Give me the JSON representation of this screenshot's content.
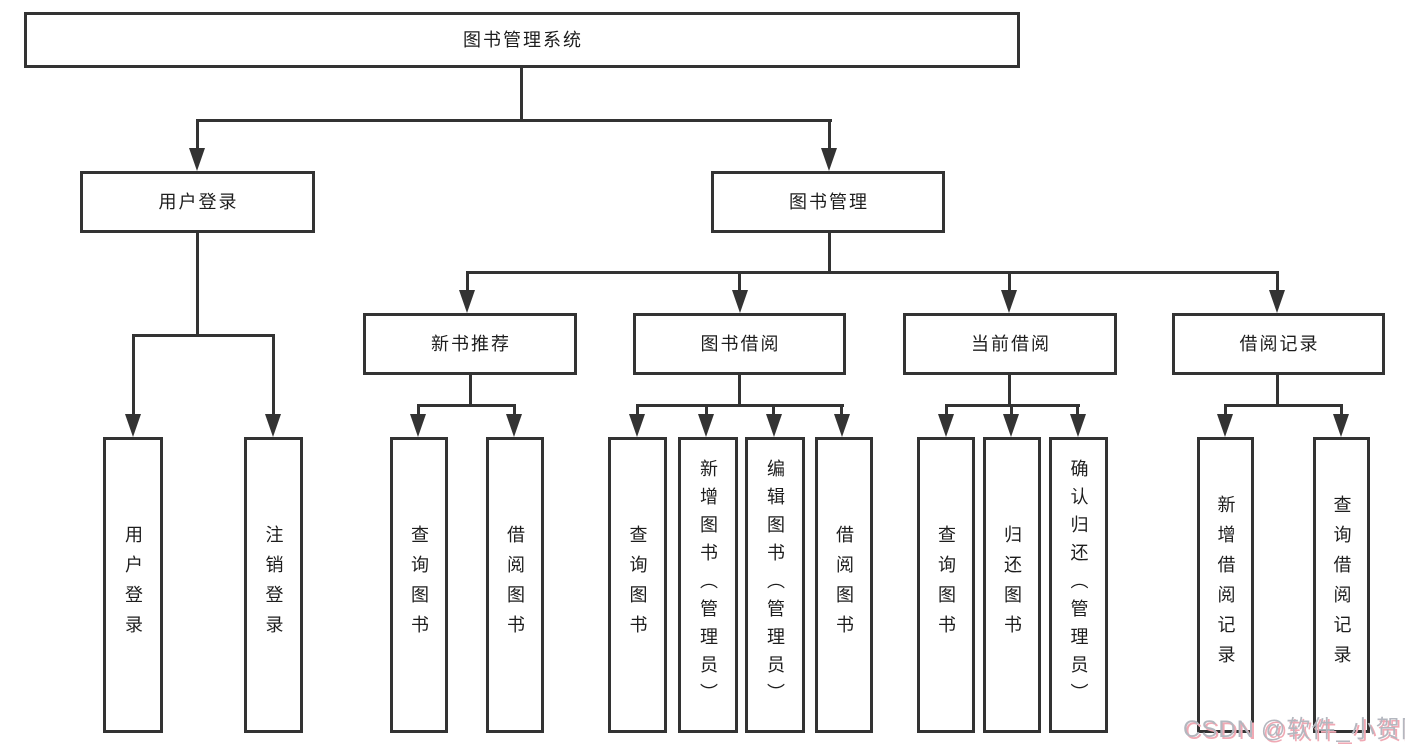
{
  "diagram": {
    "root": {
      "label": "图书管理系统"
    },
    "level2": [
      {
        "id": "user-login",
        "label": "用户登录"
      },
      {
        "id": "book-management",
        "label": "图书管理"
      }
    ],
    "level3": [
      {
        "id": "new-book-recommend",
        "parent": "图书管理",
        "label": "新书推荐"
      },
      {
        "id": "book-borrowing",
        "parent": "图书管理",
        "label": "图书借阅"
      },
      {
        "id": "current-borrowing",
        "parent": "图书管理",
        "label": "当前借阅"
      },
      {
        "id": "borrowing-records",
        "parent": "图书管理",
        "label": "借阅记录"
      }
    ],
    "leaves": [
      {
        "parent": "用户登录",
        "label": "用户登录"
      },
      {
        "parent": "用户登录",
        "label": "注销登录"
      },
      {
        "parent": "新书推荐",
        "label": "查询图书"
      },
      {
        "parent": "新书推荐",
        "label": "借阅图书"
      },
      {
        "parent": "图书借阅",
        "label": "查询图书"
      },
      {
        "parent": "图书借阅",
        "label": "新增图书（管理员）"
      },
      {
        "parent": "图书借阅",
        "label": "编辑图书（管理员）"
      },
      {
        "parent": "图书借阅",
        "label": "借阅图书"
      },
      {
        "parent": "当前借阅",
        "label": "查询图书"
      },
      {
        "parent": "当前借阅",
        "label": "归还图书"
      },
      {
        "parent": "当前借阅",
        "label": "确认归还（管理员）"
      },
      {
        "parent": "借阅记录",
        "label": "新增借阅记录"
      },
      {
        "parent": "借阅记录",
        "label": "查询借阅记录"
      }
    ]
  },
  "watermark": {
    "prefix": "CSDN",
    "handle": "@软件_小贺同学"
  },
  "colors": {
    "line": "#333333",
    "text": "#1d1d1d",
    "wm_gray": "#b4b7bf",
    "wm_pink": "#f0a9b4"
  }
}
